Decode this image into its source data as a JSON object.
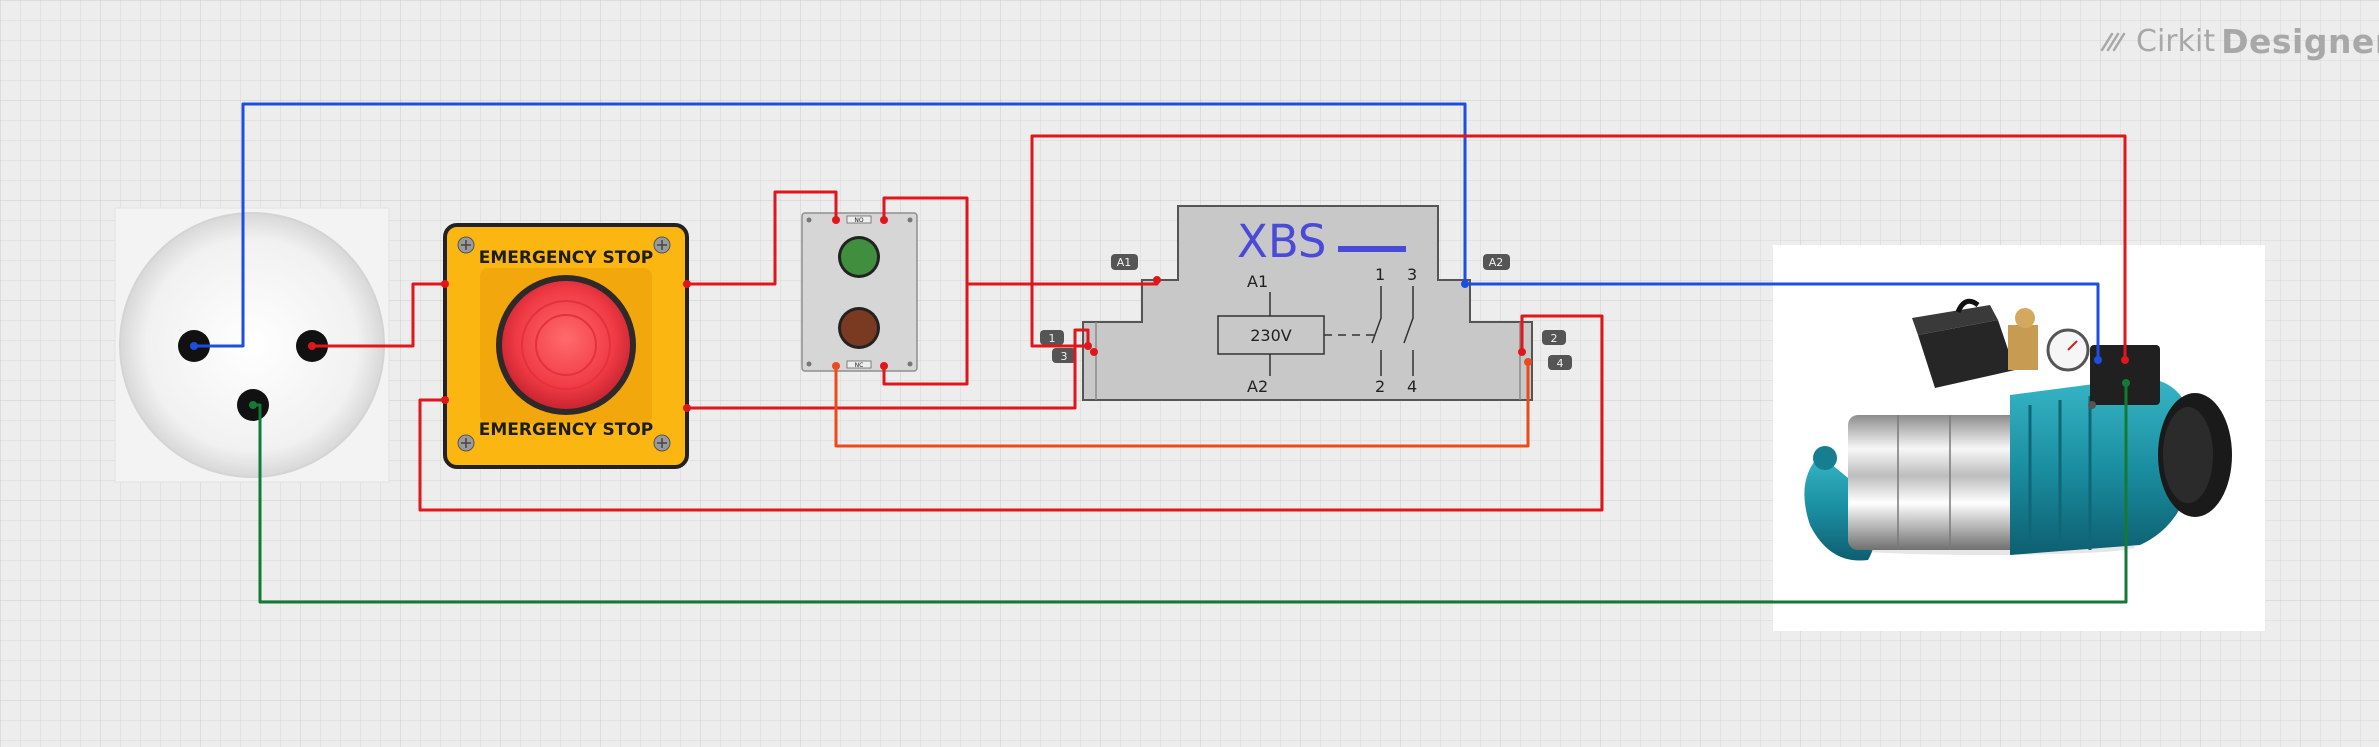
{
  "app": {
    "logo_brand": "Cirkit",
    "logo_product": "Designer"
  },
  "emergency_stop": {
    "top_label": "EMERGENCY STOP",
    "bottom_label": "EMERGENCY STOP"
  },
  "push_buttons": {
    "top_label": "NO",
    "bottom_label": "NC",
    "start_color": "#3f8f3e",
    "stop_color": "#7a3a22"
  },
  "contactor": {
    "title": "XBS",
    "coil_label": "230V",
    "coil_pin_top": "A1",
    "coil_pin_bottom": "A2",
    "contact_pins_top": [
      "1",
      "3"
    ],
    "contact_pins_bottom": [
      "2",
      "4"
    ],
    "tag_a1": "A1",
    "tag_a2": "A2",
    "tag_1": "1",
    "tag_3": "3",
    "tag_2": "2",
    "tag_4": "4"
  },
  "wires": {
    "phase_color": "#e0161b",
    "neutral_color": "#1c4fe0",
    "ground_color": "#137a35",
    "control_color": "#ec4a1c"
  }
}
